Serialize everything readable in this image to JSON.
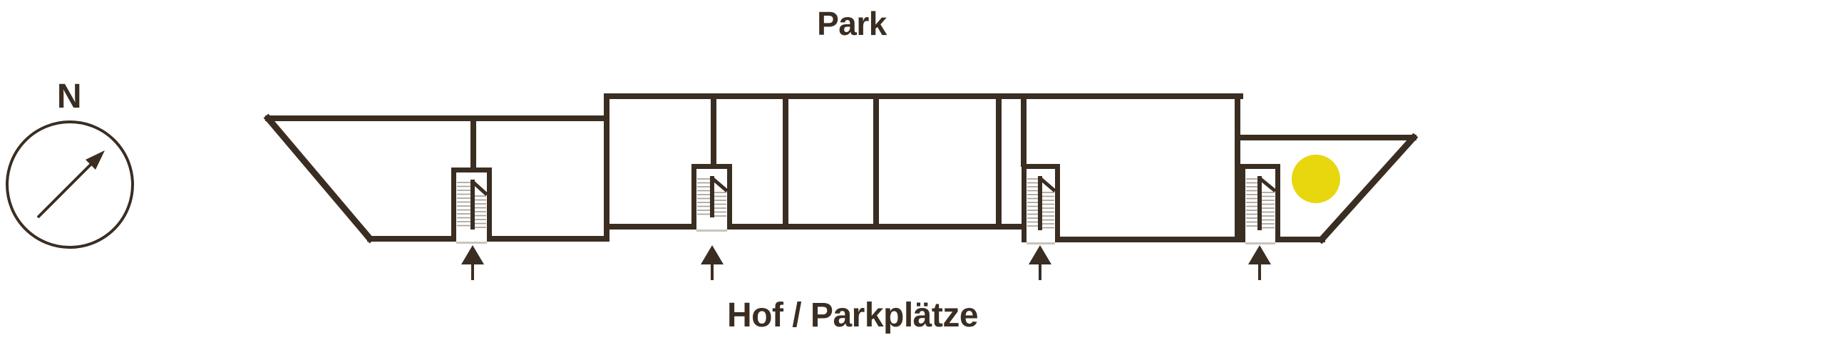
{
  "labels": {
    "park": "Park",
    "hof": "Hof / Parkplätze",
    "compass_north": "N"
  },
  "colors": {
    "background": "#ffffff",
    "walls": "#3a2d22",
    "text": "#3a2d22",
    "stair_treads": "#aaa49c",
    "threshold": "#c9c4bd",
    "location_marker": "#e8d60e"
  },
  "plan": {
    "type": "building-floor-plan",
    "stairwell_count": 4,
    "entrance_count": 4,
    "marker": {
      "shape": "circle",
      "color": "#e8d60e"
    }
  },
  "icons": {
    "compass": "compass-icon",
    "north_arrow": "north-arrow-icon",
    "stairwell": "stairs-icon",
    "entrance": "entrance-arrow-icon",
    "marker": "location-marker-icon"
  }
}
